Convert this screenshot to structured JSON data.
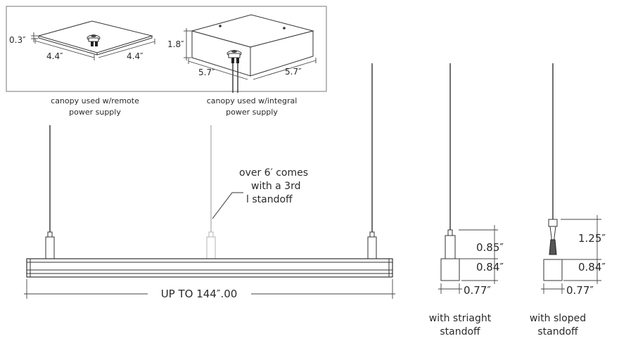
{
  "canopy_remote": {
    "caption_line1": "canopy used w/remote",
    "caption_line2": "power supply",
    "height": "0.3″",
    "width": "4.4″",
    "depth": "4.4″"
  },
  "canopy_integral": {
    "caption_line1": "canopy used w/integral",
    "caption_line2": "power supply",
    "height": "1.8″",
    "width": "5.7″",
    "depth": "5.7″"
  },
  "note": {
    "line1": "over 6′ comes",
    "line2": "with a 3rd",
    "line3": "l standoff"
  },
  "fixture": {
    "length": "UP TO 144″.00"
  },
  "straight_standoff": {
    "dim_top": "0.85″",
    "dim_mid": "0.84″",
    "dim_width": "0.77″",
    "caption_line1": "with striaght",
    "caption_line2": "standoff"
  },
  "sloped_standoff": {
    "dim_top": "1.25″",
    "dim_mid": "0.84″",
    "dim_width": "0.77″",
    "caption_line1": "with sloped",
    "caption_line2": "standoff"
  }
}
